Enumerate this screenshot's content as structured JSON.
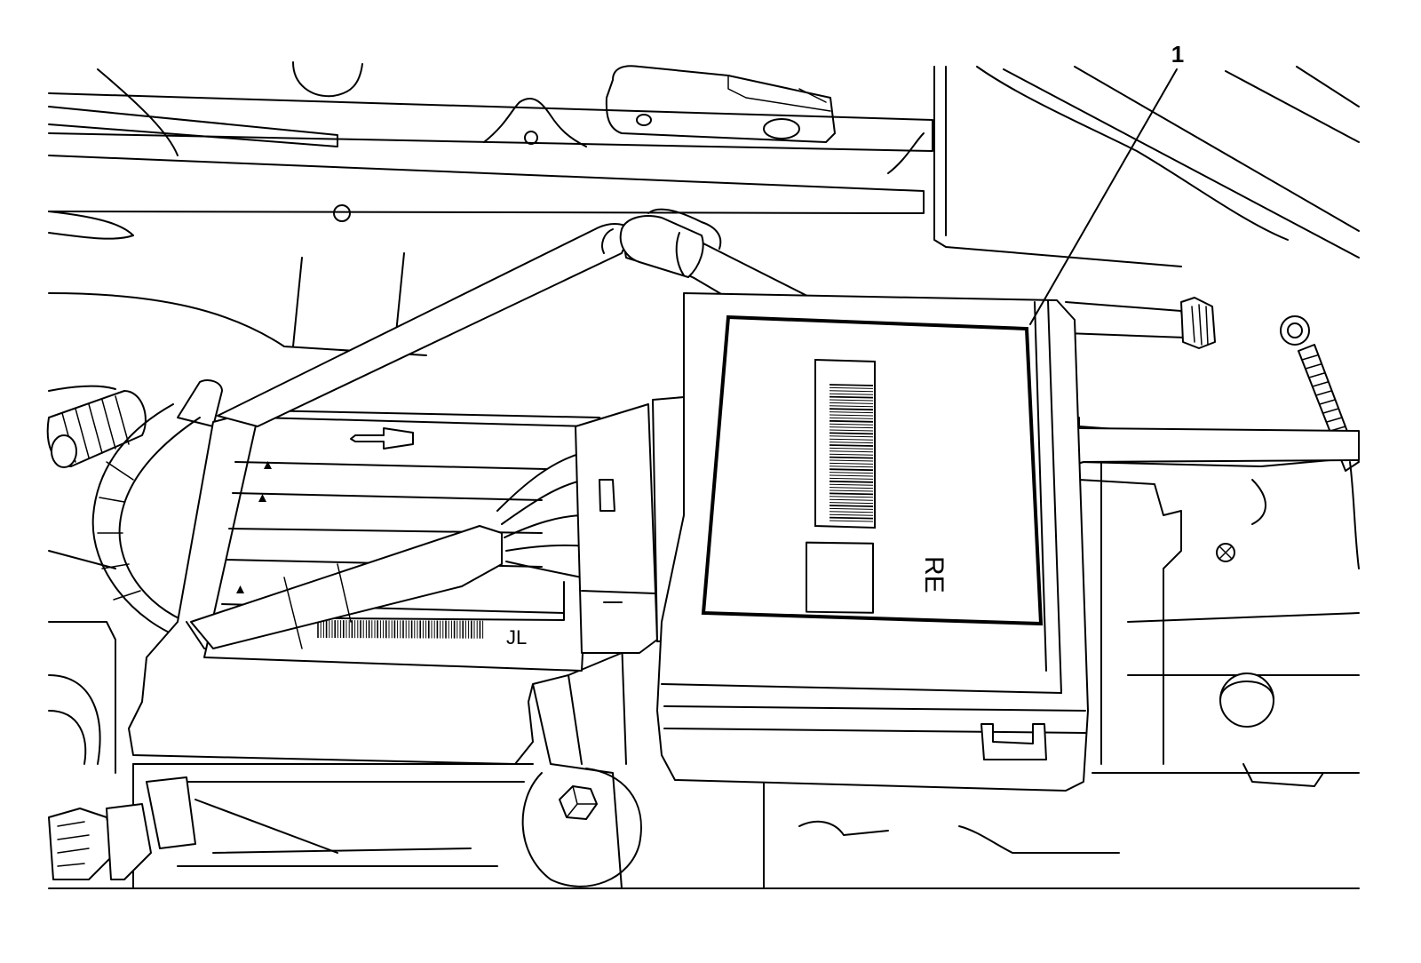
{
  "callouts": [
    {
      "number": "1"
    }
  ],
  "labels": {
    "module_right": "RE",
    "module_left": "JL"
  }
}
